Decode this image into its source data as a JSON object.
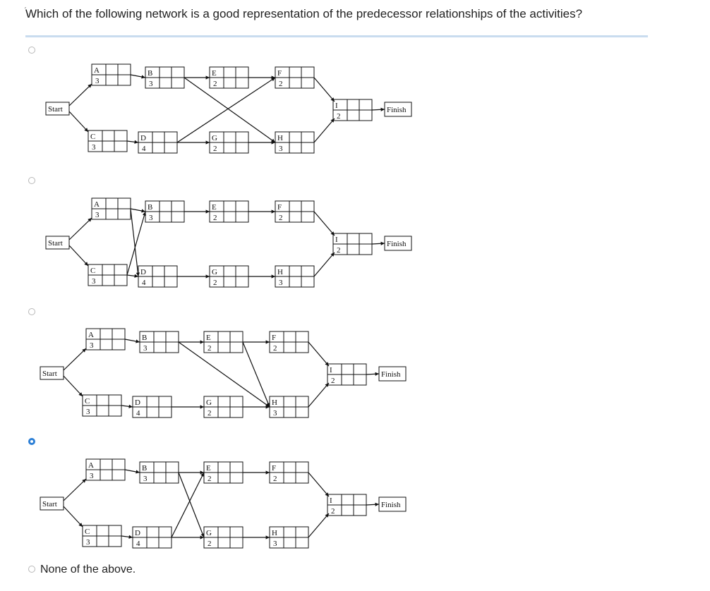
{
  "question": {
    "mark": "̗",
    "text": "Which of the following network is a good representation of the predecessor relationships of the activities?"
  },
  "start_label": "Start",
  "finish_label": "Finish",
  "activities": [
    {
      "id": "A",
      "duration": "3"
    },
    {
      "id": "B",
      "duration": "3"
    },
    {
      "id": "C",
      "duration": "3"
    },
    {
      "id": "D",
      "duration": "4"
    },
    {
      "id": "E",
      "duration": "2"
    },
    {
      "id": "F",
      "duration": "2"
    },
    {
      "id": "G",
      "duration": "2"
    },
    {
      "id": "H",
      "duration": "3"
    },
    {
      "id": "I",
      "duration": "2"
    }
  ],
  "options": [
    {
      "selected": false
    },
    {
      "selected": false
    },
    {
      "selected": false
    },
    {
      "selected": true
    },
    {
      "selected": false,
      "label": "None of the above."
    }
  ]
}
